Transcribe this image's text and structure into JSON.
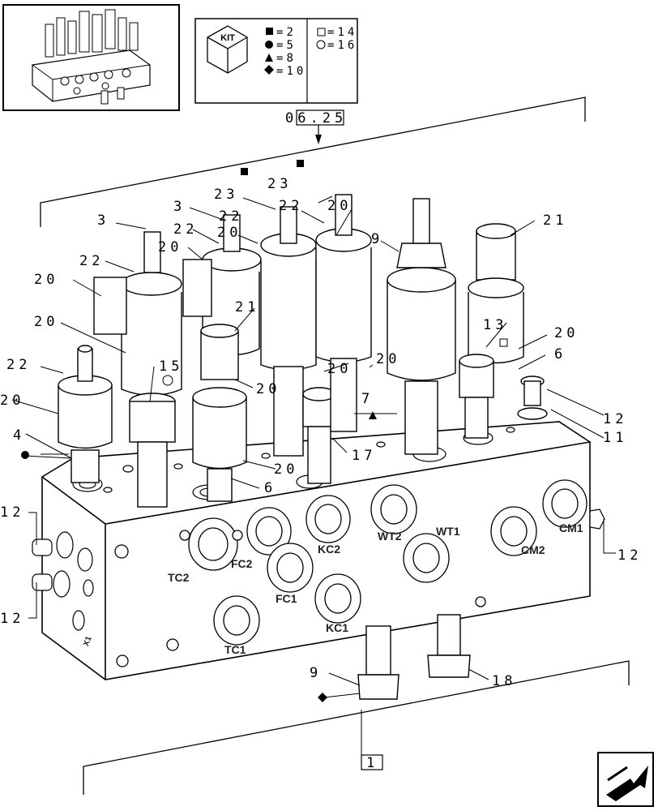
{
  "kit_legend": {
    "kit_label": "KIT",
    "entries": [
      {
        "icon": "black-square-icon",
        "value": "2"
      },
      {
        "icon": "black-circle-icon",
        "value": "5"
      },
      {
        "icon": "black-triangle-icon",
        "value": "8"
      },
      {
        "icon": "black-diamond-icon",
        "value": "10"
      },
      {
        "icon": "white-square-icon",
        "value": "14"
      },
      {
        "icon": "white-circle-icon",
        "value": "16"
      }
    ]
  },
  "reference": "06.25",
  "group_ref": "1",
  "callouts": [
    "3",
    "3",
    "22",
    "22",
    "20",
    "20",
    "20",
    "22",
    "23",
    "23",
    "22",
    "20",
    "9",
    "21",
    "21",
    "20",
    "13",
    "20",
    "6",
    "22",
    "20",
    "15",
    "20",
    "20",
    "4",
    "17",
    "12",
    "11",
    "12",
    "12",
    "12",
    "6",
    "20",
    "9",
    "18",
    "7",
    "20"
  ],
  "ports": [
    "TC2",
    "FC2",
    "KC2",
    "WT2",
    "WT1",
    "CM2",
    "CM1",
    "FC1",
    "KC1",
    "TC1",
    "X1"
  ],
  "colors": {
    "line": "#000000",
    "fill": "#ffffff"
  }
}
